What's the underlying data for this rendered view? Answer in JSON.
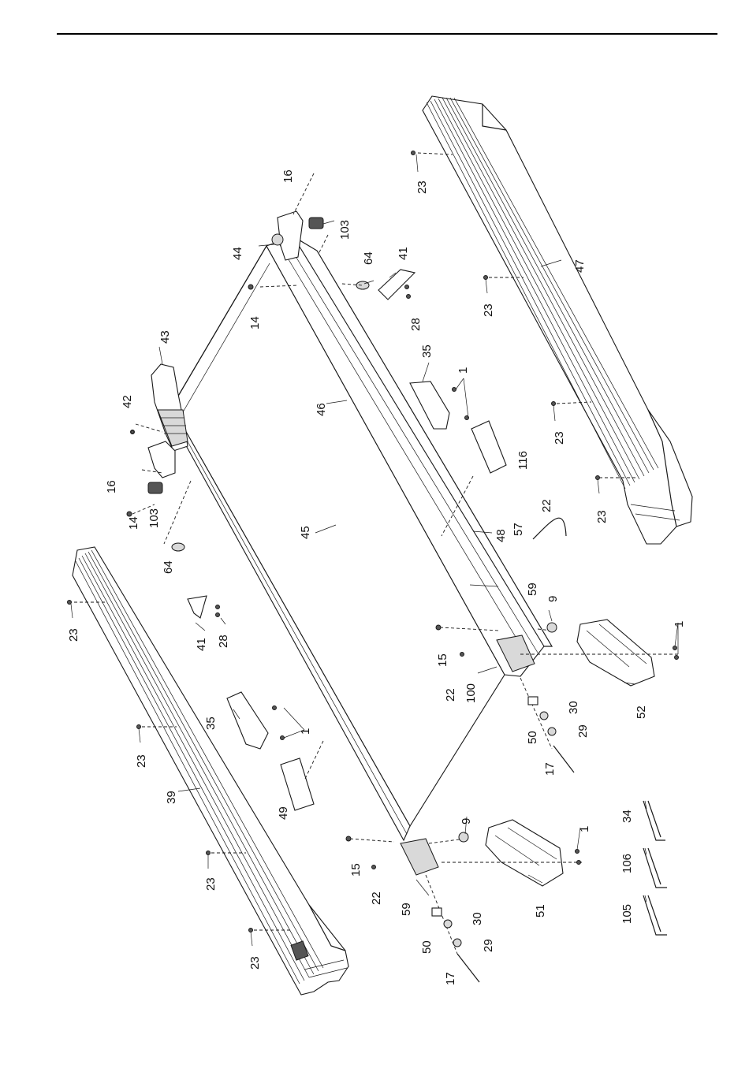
{
  "labels": [
    {
      "id": "p16a",
      "text": "16"
    },
    {
      "id": "p103a",
      "text": "103"
    },
    {
      "id": "p44",
      "text": "44"
    },
    {
      "id": "p64a",
      "text": "64"
    },
    {
      "id": "p41a",
      "text": "41"
    },
    {
      "id": "p14a",
      "text": "14"
    },
    {
      "id": "p28a",
      "text": "28"
    },
    {
      "id": "p43",
      "text": "43"
    },
    {
      "id": "p35a",
      "text": "35"
    },
    {
      "id": "p1a",
      "text": "1"
    },
    {
      "id": "p42",
      "text": "42"
    },
    {
      "id": "p46",
      "text": "46"
    },
    {
      "id": "p16b",
      "text": "16"
    },
    {
      "id": "p103b",
      "text": "103"
    },
    {
      "id": "p14b",
      "text": "14"
    },
    {
      "id": "p116",
      "text": "116"
    },
    {
      "id": "p64b",
      "text": "64"
    },
    {
      "id": "p45",
      "text": "45"
    },
    {
      "id": "p22a",
      "text": "22"
    },
    {
      "id": "p57",
      "text": "57"
    },
    {
      "id": "p48",
      "text": "48"
    },
    {
      "id": "p23a",
      "text": "23"
    },
    {
      "id": "p23b",
      "text": "23"
    },
    {
      "id": "p23c",
      "text": "23"
    },
    {
      "id": "p23d",
      "text": "23"
    },
    {
      "id": "p47",
      "text": "47"
    },
    {
      "id": "p23e",
      "text": "23"
    },
    {
      "id": "p41b",
      "text": "41"
    },
    {
      "id": "p28b",
      "text": "28"
    },
    {
      "id": "p59a",
      "text": "59"
    },
    {
      "id": "p9a",
      "text": "9"
    },
    {
      "id": "p15a",
      "text": "15"
    },
    {
      "id": "p1b",
      "text": "1"
    },
    {
      "id": "p22b",
      "text": "22"
    },
    {
      "id": "p100",
      "text": "100"
    },
    {
      "id": "p52",
      "text": "52"
    },
    {
      "id": "p35b",
      "text": "35"
    },
    {
      "id": "p1c",
      "text": "1"
    },
    {
      "id": "p23f",
      "text": "23"
    },
    {
      "id": "p50a",
      "text": "50"
    },
    {
      "id": "p30a",
      "text": "30"
    },
    {
      "id": "p29a",
      "text": "29"
    },
    {
      "id": "p39",
      "text": "39"
    },
    {
      "id": "p17a",
      "text": "17"
    },
    {
      "id": "p49",
      "text": "49"
    },
    {
      "id": "p9b",
      "text": "9"
    },
    {
      "id": "p1d",
      "text": "1"
    },
    {
      "id": "p34",
      "text": "34"
    },
    {
      "id": "p15b",
      "text": "15"
    },
    {
      "id": "p106",
      "text": "106"
    },
    {
      "id": "p23g",
      "text": "23"
    },
    {
      "id": "p22c",
      "text": "22"
    },
    {
      "id": "p59b",
      "text": "59"
    },
    {
      "id": "p51",
      "text": "51"
    },
    {
      "id": "p105",
      "text": "105"
    },
    {
      "id": "p30b",
      "text": "30"
    },
    {
      "id": "p50b",
      "text": "50"
    },
    {
      "id": "p29b",
      "text": "29"
    },
    {
      "id": "p23h",
      "text": "23"
    },
    {
      "id": "p17b",
      "text": "17"
    }
  ]
}
